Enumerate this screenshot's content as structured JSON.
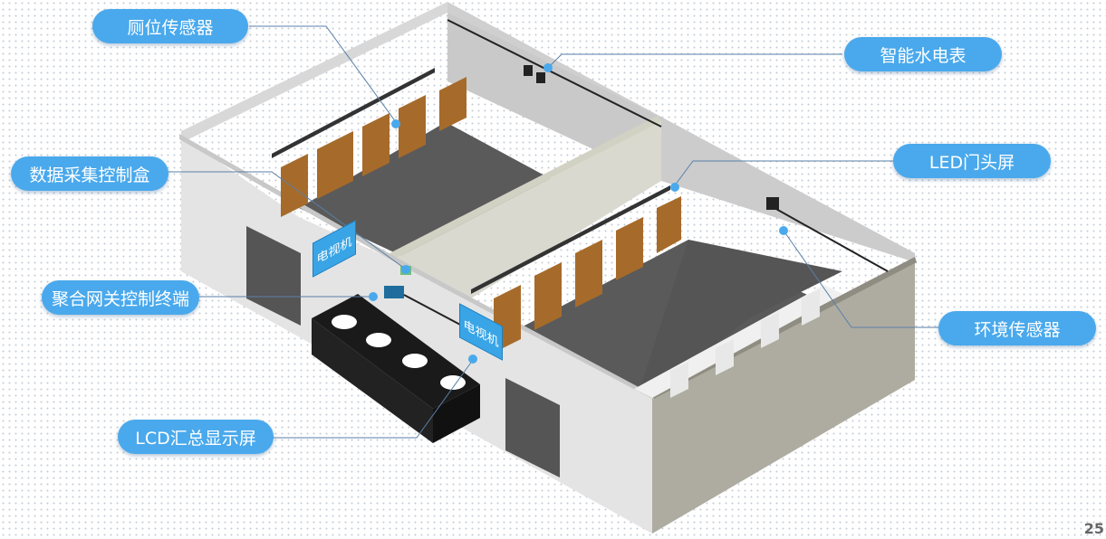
{
  "labels": {
    "toilet_sensor": "厕位传感器",
    "water_meter": "智能水电表",
    "data_box": "数据采集控制盒",
    "led_screen": "LED门头屏",
    "gateway": "聚合网关控制终端",
    "env_sensor": "环境传感器",
    "lcd_screen": "LCD汇总显示屏"
  },
  "tv_text": "电视机",
  "page_number": "25",
  "colors": {
    "label_bg": "#4aa9ec",
    "floor": "#5a5a5a",
    "door": "#a66b2b",
    "wall_light": "#e4e4e4",
    "wall_dark": "#aeaca0"
  }
}
